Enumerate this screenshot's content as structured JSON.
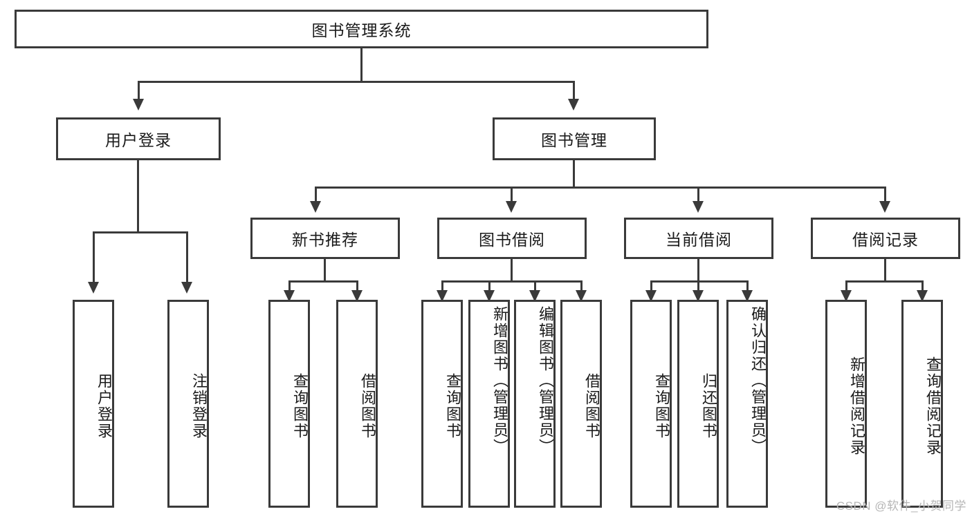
{
  "diagram": {
    "title": "图书管理系统",
    "root": {
      "label": "图书管理系统"
    },
    "level1": [
      {
        "label": "用户登录"
      },
      {
        "label": "图书管理"
      }
    ],
    "level2": [
      {
        "label": "新书推荐"
      },
      {
        "label": "图书借阅"
      },
      {
        "label": "当前借阅"
      },
      {
        "label": "借阅记录"
      }
    ],
    "leaves": {
      "user_login": [
        {
          "label": "用户登录"
        },
        {
          "label": "注销登录"
        }
      ],
      "new_book_recommend": [
        {
          "label": "查询图书"
        },
        {
          "label": "借阅图书"
        }
      ],
      "book_borrow": [
        {
          "label": "查询图书"
        },
        {
          "label": "新增图书（管理员）"
        },
        {
          "label": "编辑图书（管理员）"
        },
        {
          "label": "借阅图书"
        }
      ],
      "current_borrow": [
        {
          "label": "查询图书"
        },
        {
          "label": "归还图书"
        },
        {
          "label": "确认归还（管理员）"
        }
      ],
      "borrow_record": [
        {
          "label": "新增借阅记录"
        },
        {
          "label": "查询借阅记录"
        }
      ]
    }
  },
  "watermark": {
    "text": "CSDN @软件_小贺同学"
  },
  "colors": {
    "stroke": "#3a3a3a",
    "background": "#ffffff",
    "text": "#1a1a1a",
    "watermark": "#b6b6b6"
  }
}
